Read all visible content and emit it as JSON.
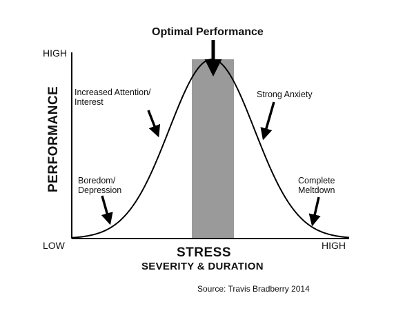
{
  "title": "Optimal Performance",
  "y_axis": {
    "label": "PERFORMANCE",
    "top_label": "HIGH",
    "bottom_label": "LOW"
  },
  "x_axis": {
    "label": "STRESS",
    "sublabel": "SEVERITY & DURATION",
    "right_label": "HIGH"
  },
  "annotations": {
    "increased_attention": [
      "Increased Attention/",
      "Interest"
    ],
    "strong_anxiety": "Strong Anxiety",
    "boredom": [
      "Boredom/",
      "Depression"
    ],
    "meltdown": [
      "Complete",
      "Meltdown"
    ]
  },
  "source": "Source: Travis Bradberry 2014",
  "colors": {
    "optimal_zone": "#9a9a9a",
    "stroke": "#000000"
  }
}
